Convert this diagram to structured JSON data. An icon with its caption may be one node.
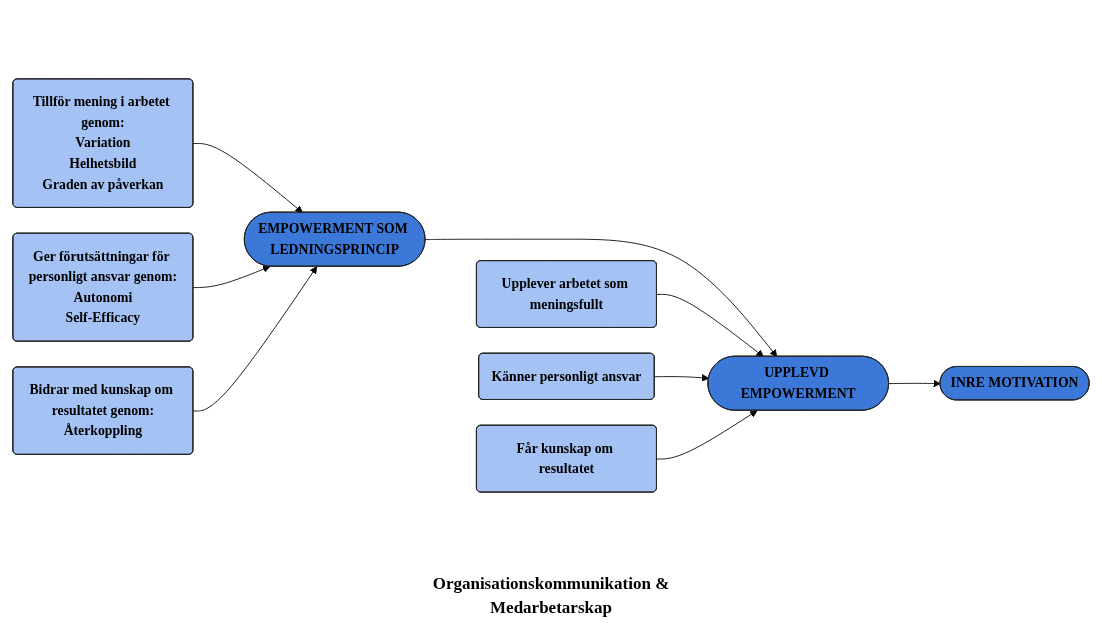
{
  "diagram": {
    "nodes": [
      {
        "text": [
          "Tillför mening i arbetet genom:",
          "Variation",
          "Helhetsbild",
          "Graden av påverkan"
        ]
      },
      {
        "text": [
          "EMPOWERMENT SOM LEDNINGSPRINCIP"
        ]
      },
      {
        "text": [
          "Ger förutsättningar för personligt ansvar genom:",
          "Autonomi",
          "Self-Efficacy"
        ]
      },
      {
        "text": [
          "Bidrar med kunskap om resultatet genom:",
          "Återkoppling"
        ]
      },
      {
        "text": [
          "Upplever arbetet som meningsfullt"
        ]
      },
      {
        "text": [
          "UPPLEVD EMPOWERMENT"
        ]
      },
      {
        "text": [
          "Känner personligt ansvar"
        ]
      },
      {
        "text": [
          "Får kunskap om resultatet"
        ]
      },
      {
        "text": [
          "INRE MOTIVATION"
        ]
      }
    ],
    "edges": [
      {
        "from": 0,
        "to": 1,
        "arrow": "to"
      },
      {
        "from": 2,
        "to": 1,
        "arrow": "to"
      },
      {
        "from": 3,
        "to": 1,
        "arrow": "to"
      },
      {
        "from": 1,
        "to": 5,
        "arrow": "to"
      },
      {
        "from": 4,
        "to": 5,
        "arrow": "to"
      },
      {
        "from": 6,
        "to": 5,
        "arrow": "to"
      },
      {
        "from": 7,
        "to": 5,
        "arrow": "to"
      },
      {
        "from": 5,
        "to": 8,
        "arrow": "to"
      }
    ],
    "labels": [
      "Organisationskommunikation & Medarbetarskap"
    ]
  }
}
